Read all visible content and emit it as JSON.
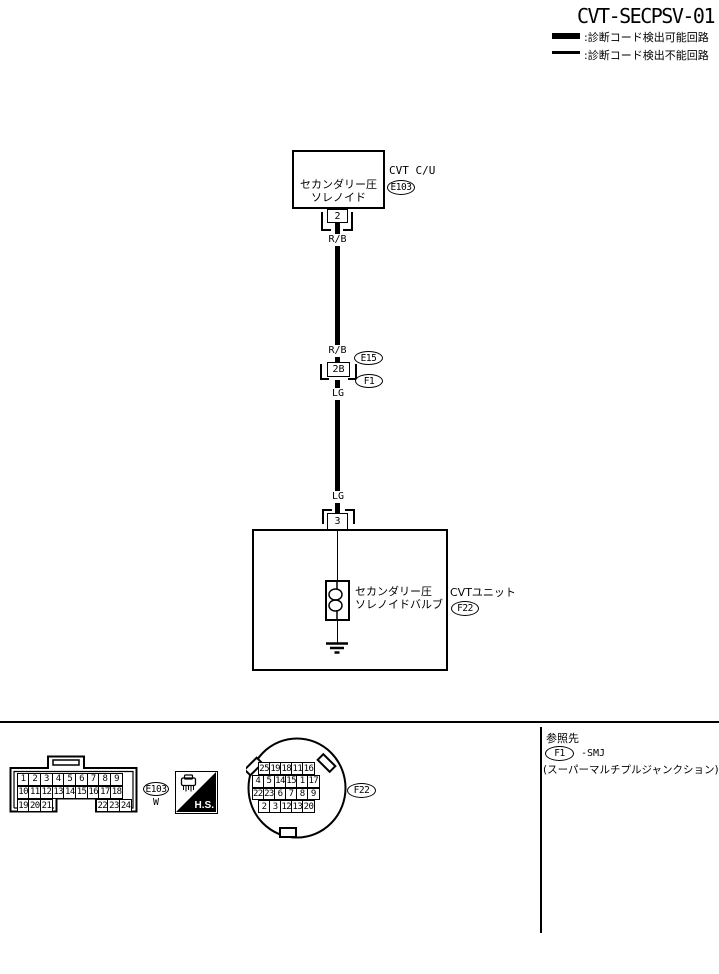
{
  "title": "CVT-SECPSV-01",
  "legend": {
    "detectable": ":診断コード検出可能回路",
    "undetectable": ":診断コード検出不能回路"
  },
  "cvt_cu": {
    "name_line1": "セカンダリー圧",
    "name_line2": "ソレノイド",
    "unit_label": "CVT C/U",
    "connector_id": "E103",
    "pin": "2"
  },
  "wires": {
    "upper_color_top": "R/B",
    "upper_color_bottom": "R/B",
    "lower_color_top": "LG",
    "lower_color_bottom": "LG"
  },
  "junction": {
    "pin": "2B",
    "connector_top": "E15",
    "connector_bottom": "F1"
  },
  "cvt_unit": {
    "pin": "3",
    "component_line1": "セカンダリー圧",
    "component_line2": "ソレノイドバルブ",
    "unit_label": "CVTユニット",
    "connector_id": "F22"
  },
  "connector_views": {
    "e103": {
      "id": "E103",
      "color": "W",
      "rows": {
        "row1": [
          "1",
          "2",
          "3",
          "4",
          "5",
          "6",
          "7",
          "8",
          "9"
        ],
        "row2": [
          "10",
          "11",
          "12",
          "13",
          "14",
          "15",
          "16",
          "17",
          "18"
        ],
        "row3a": [
          "19",
          "20",
          "21"
        ],
        "row3b": [
          "22",
          "23",
          "24"
        ]
      }
    },
    "hs_label": "H.S.",
    "f22": {
      "id": "F22",
      "rows": {
        "row1": [
          "25",
          "19",
          "18",
          "11",
          "16"
        ],
        "row2": [
          "4",
          "5",
          "14",
          "15",
          "1",
          "17"
        ],
        "row3": [
          "22",
          "23",
          "6",
          "7",
          "8",
          "9"
        ],
        "row4": [
          "2",
          "3",
          "12",
          "13",
          "20"
        ]
      }
    }
  },
  "reference": {
    "heading": "参照先",
    "connector_id": "F1",
    "target": "-SMJ",
    "note": "(スーパーマルチプルジャンクション)"
  },
  "colors": {
    "line": "#000000",
    "background": "#ffffff"
  }
}
